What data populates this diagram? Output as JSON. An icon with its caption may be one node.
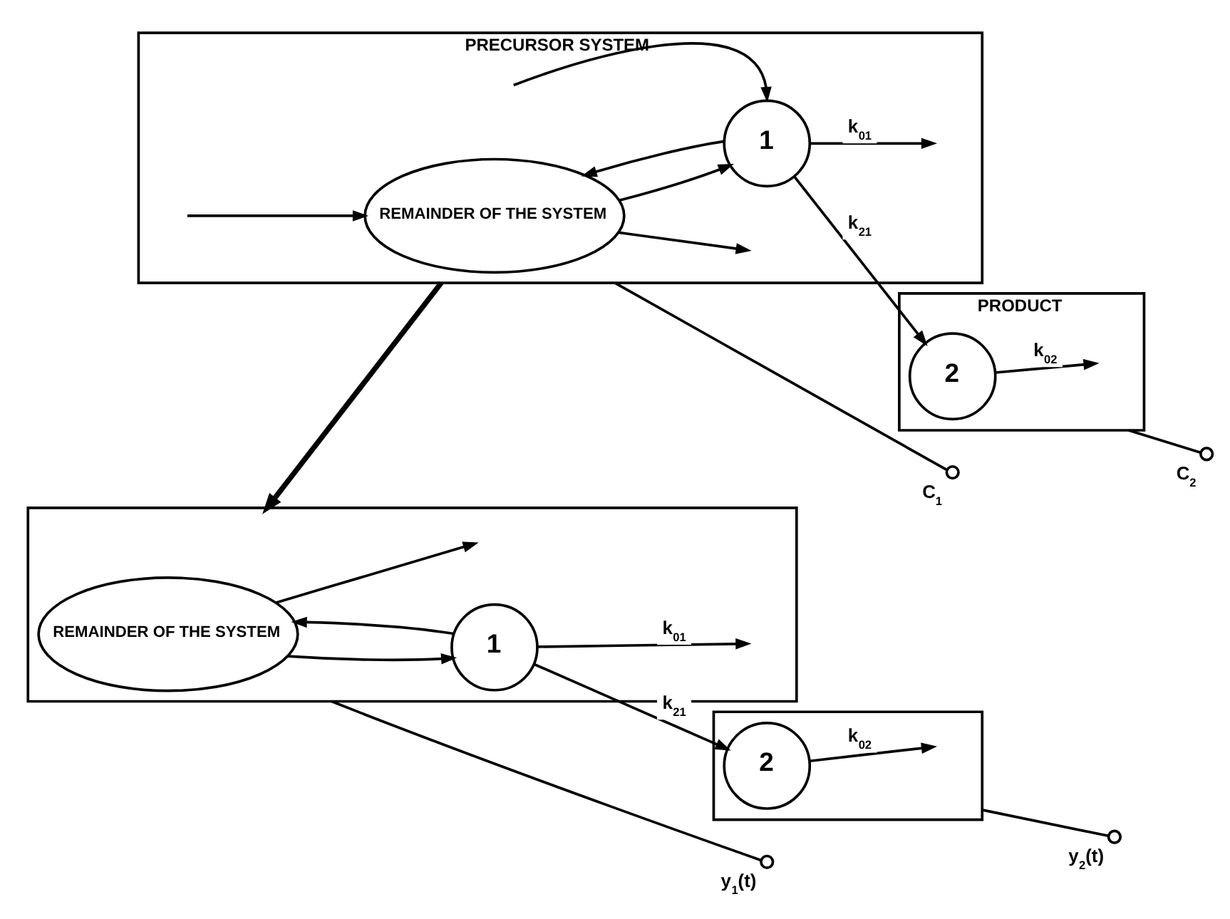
{
  "diagram": {
    "nodes": [
      {
        "text": [
          "PRECURSOR SYSTEM"
        ]
      },
      {
        "text": [
          "REMAINDER OF THE SYSTEM"
        ],
        "in": 0
      },
      {
        "text": [
          "1"
        ],
        "in": 0
      },
      {
        "text": [
          "PRODUCT"
        ]
      },
      {
        "text": [
          "2"
        ],
        "in": 3
      },
      {
        "text": [],
        "shape": "circle",
        "beside": [
          "C$_{1}$"
        ]
      },
      {
        "text": [],
        "shape": "circle",
        "beside": [
          "C$_{2}$"
        ]
      },
      {
        "text": [],
        "shape": "box"
      },
      {
        "text": [
          "REMAINDER OF THE SYSTEM"
        ],
        "in": 7
      },
      {
        "text": [
          "1"
        ],
        "in": 7
      },
      {
        "text": [],
        "shape": "box"
      },
      {
        "text": [
          "2"
        ],
        "in": 10
      },
      {
        "text": [],
        "shape": "circle",
        "beside": [
          "y$_{1}$(t)"
        ]
      },
      {
        "text": [],
        "shape": "circle",
        "beside": [
          "y$_{2}$(t)"
        ]
      }
    ],
    "edges": [
      {
        "from": null,
        "to": 1,
        "arrow": "to"
      },
      {
        "from": 1,
        "to": null,
        "arrow": "to"
      },
      {
        "from": 1,
        "to": 2,
        "arrow": "to"
      },
      {
        "from": 2,
        "to": 1,
        "arrow": "to"
      },
      {
        "from": null,
        "to": 2,
        "arrow": "to"
      },
      {
        "from": 2,
        "to": null,
        "arrow": "to",
        "label": "k$_{01}$"
      },
      {
        "from": 2,
        "to": 4,
        "arrow": "to",
        "label": "k$_{21}$"
      },
      {
        "from": 4,
        "to": null,
        "arrow": "to",
        "label": "k$_{02}$"
      },
      {
        "from": 0,
        "to": 5,
        "arrow": "none"
      },
      {
        "from": 3,
        "to": 6,
        "arrow": "none"
      },
      {
        "from": 0,
        "to": 7,
        "arrow": "to",
        "style": "thick"
      },
      {
        "from": 8,
        "to": null,
        "arrow": "to"
      },
      {
        "from": 8,
        "to": 9,
        "arrow": "to"
      },
      {
        "from": 9,
        "to": 8,
        "arrow": "to"
      },
      {
        "from": 9,
        "to": null,
        "arrow": "to",
        "label": "k$_{01}$"
      },
      {
        "from": 9,
        "to": 11,
        "arrow": "to",
        "label": "k$_{21}$"
      },
      {
        "from": 11,
        "to": null,
        "arrow": "to",
        "label": "k$_{02}$"
      },
      {
        "from": 7,
        "to": 12,
        "arrow": "none"
      },
      {
        "from": 10,
        "to": 13,
        "arrow": "none"
      }
    ]
  }
}
